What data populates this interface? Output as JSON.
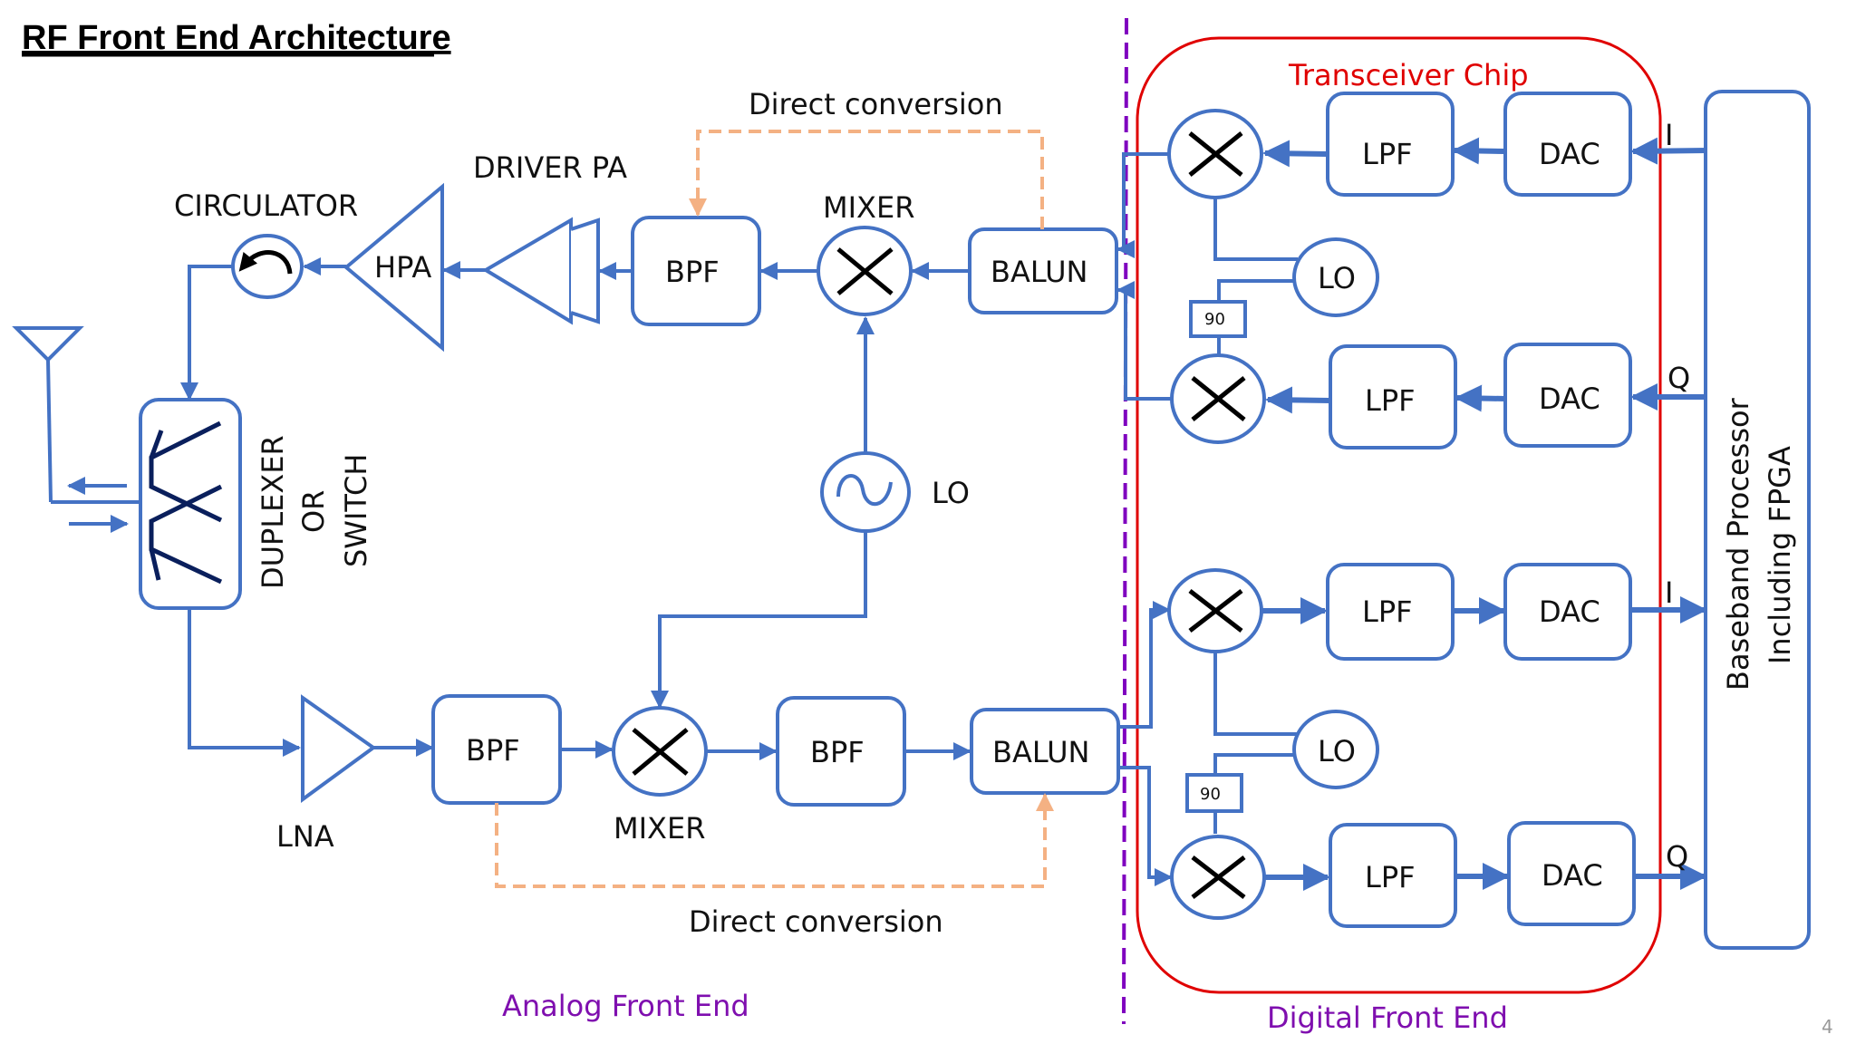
{
  "title": "RF Front End Architecture",
  "colors": {
    "block_stroke": "#4472C4",
    "direct_conversion_dash": "#F4B183",
    "boundary_dash": "#7F00BF",
    "transceiver_outline": "#E00000",
    "section_label": "#7F0FAF"
  },
  "sections": {
    "analog": "Analog Front End",
    "digital": "Digital Front End",
    "transceiver": "Transceiver Chip"
  },
  "tx_chain": {
    "circulator": "CIRCULATOR",
    "hpa": "HPA",
    "driver_pa": "DRIVER PA",
    "bpf": "BPF",
    "mixer": "MIXER",
    "balun": "BALUN",
    "direct_conversion": "Direct conversion"
  },
  "rx_chain": {
    "lna": "LNA",
    "bpf1": "BPF",
    "mixer": "MIXER",
    "bpf2": "BPF",
    "balun": "BALUN",
    "direct_conversion": "Direct conversion"
  },
  "shared": {
    "lo": "LO",
    "duplexer_line1": "DUPLEXER",
    "duplexer_line2": "OR",
    "duplexer_line3": "SWITCH"
  },
  "transceiver_tx": {
    "lpf_i": "LPF",
    "dac_i": "DAC",
    "lo": "LO",
    "phase": "90",
    "lpf_q": "LPF",
    "dac_q": "DAC",
    "i_label": "I",
    "q_label": "Q"
  },
  "transceiver_rx": {
    "lpf_i": "LPF",
    "dac_i": "DAC",
    "lo": "LO",
    "phase": "90",
    "lpf_q": "LPF",
    "dac_q": "DAC",
    "i_label": "I",
    "q_label": "Q"
  },
  "baseband": {
    "line1": "Baseband Processor",
    "line2": "Including FPGA"
  },
  "page_number": "4"
}
